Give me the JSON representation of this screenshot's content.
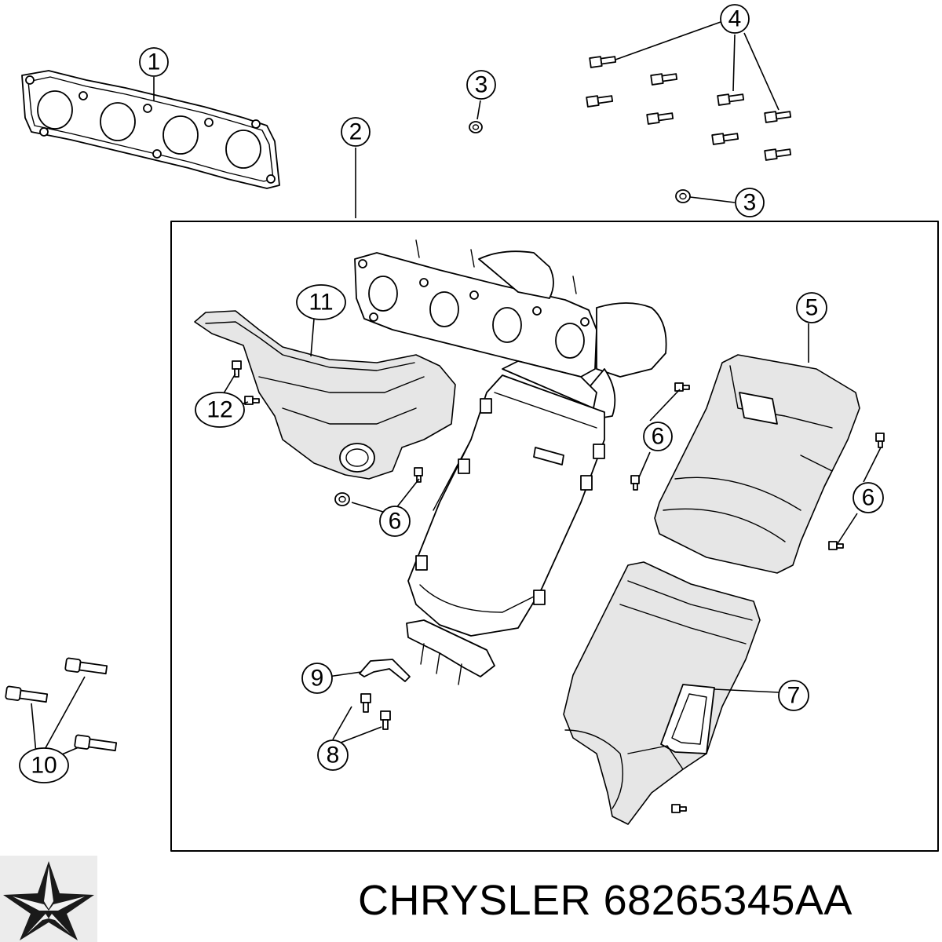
{
  "footer": {
    "brand": "CHRYSLER",
    "part_number": "68265345AA"
  },
  "logo": {
    "icon": "chrysler-pentastar-icon"
  },
  "callouts": {
    "c1": "1",
    "c2": "2",
    "c3a": "3",
    "c3b": "3",
    "c4": "4",
    "c5": "5",
    "c6a": "6",
    "c6b": "6",
    "c6c": "6",
    "c7": "7",
    "c8": "8",
    "c9": "9",
    "c10": "10",
    "c11": "11",
    "c12": "12"
  }
}
